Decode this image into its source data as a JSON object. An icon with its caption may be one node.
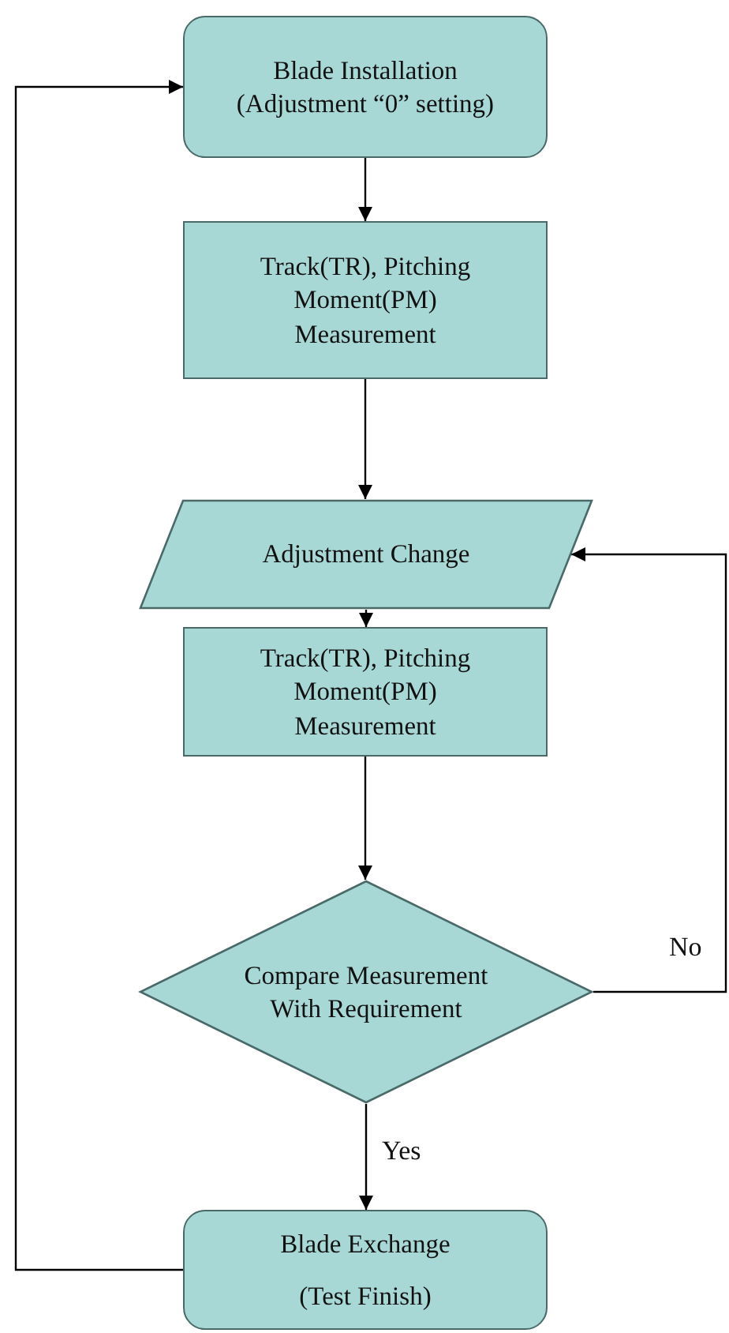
{
  "diagram": {
    "nodes": [
      {
        "text": [
          "Blade Installation (Adjustment “0” setting)"
        ]
      },
      {
        "text": [
          "Track(TR), Pitching Moment(PM) Measurement"
        ]
      },
      {
        "text": [
          "Adjustment Change"
        ]
      },
      {
        "text": [
          "Track(TR), Pitching Moment(PM) Measurement"
        ]
      },
      {
        "text": [
          "Compare Measurement With Requirement"
        ]
      },
      {
        "text": [
          "Blade Exchange",
          "(Test Finish)"
        ]
      }
    ],
    "edges": [
      {
        "from": 0,
        "to": 1,
        "arrow": "to"
      },
      {
        "from": 1,
        "to": 2,
        "arrow": "to"
      },
      {
        "from": 2,
        "to": 3,
        "arrow": "to"
      },
      {
        "from": 3,
        "to": 4,
        "arrow": "to"
      },
      {
        "from": 4,
        "to": 5,
        "arrow": "to",
        "label": "Yes"
      },
      {
        "from": 4,
        "to": 2,
        "arrow": "to",
        "label": "No"
      },
      {
        "from": 5,
        "to": 0,
        "arrow": "to"
      }
    ]
  }
}
